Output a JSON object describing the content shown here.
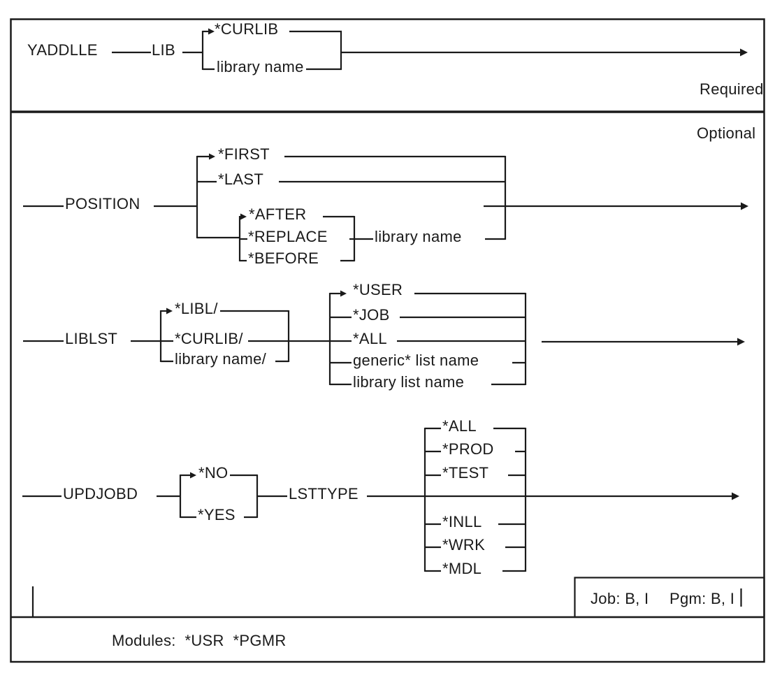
{
  "colors": {
    "background": "#ffffff",
    "line": "#1a1a1a",
    "text": "#1a1a1a"
  },
  "command": "YADDLLE",
  "section_labels": {
    "required": "Required",
    "optional": "Optional"
  },
  "params": {
    "lib": {
      "name": "LIB",
      "default_value": "*CURLIB",
      "value2": "library name"
    },
    "position": {
      "name": "POSITION",
      "default_value": "*FIRST",
      "value2": "*LAST",
      "sub_default": "*AFTER",
      "sub_value2": "*REPLACE",
      "sub_value3": "*BEFORE",
      "operand": "library name"
    },
    "liblst": {
      "name": "LIBLST",
      "qualifier_default": "*LIBL/",
      "qualifier2": "*CURLIB/",
      "qualifier3": "library name/",
      "list_default": "*USER",
      "list2": "*JOB",
      "list3": "*ALL",
      "list4": "generic* list name",
      "list5": "library list name"
    },
    "updjobd": {
      "name": "UPDJOBD",
      "default_value": "*NO",
      "value2": "*YES"
    },
    "lsttype": {
      "name": "LSTTYPE",
      "options": [
        "*ALL",
        "*PROD",
        "*TEST",
        "*INLL",
        "*WRK",
        "*MDL"
      ]
    }
  },
  "footer": {
    "job_env": "Job: B, I",
    "pgm_env": "Pgm: B, I",
    "modules": "Modules:  *USR  *PGMR"
  }
}
